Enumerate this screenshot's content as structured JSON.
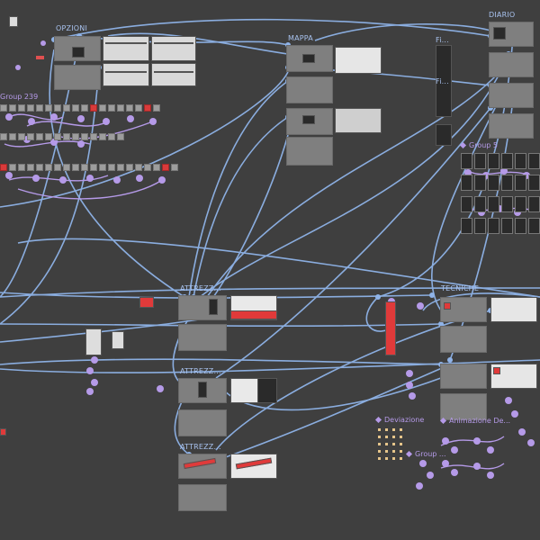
{
  "canvas": {
    "background": "#3f3f3f"
  },
  "colors": {
    "flow": "#8fb3e8",
    "interaction": "#b59ae8",
    "accent_red": "#e03a3a"
  },
  "frames": {
    "opzioni": "OPZIONI",
    "mappa": "MAPPA",
    "diario": "DIARIO",
    "attrezz_1": "ATTREZZ...",
    "attrezz_2": "ATTREZZ...",
    "attrezz_3": "ATTREZZ...",
    "tecniche": "TECNICHE",
    "fi_1": "Fi...",
    "fi_2": "Fi..."
  },
  "groups": {
    "group_239": "Group 239",
    "group_5": "Group 5",
    "deviazione": "Deviazione",
    "animazione": "Animazione De...",
    "group_misc": "Group ..."
  },
  "icons": [
    "frame-icon",
    "component-diamond-icon",
    "connector-node-icon"
  ]
}
